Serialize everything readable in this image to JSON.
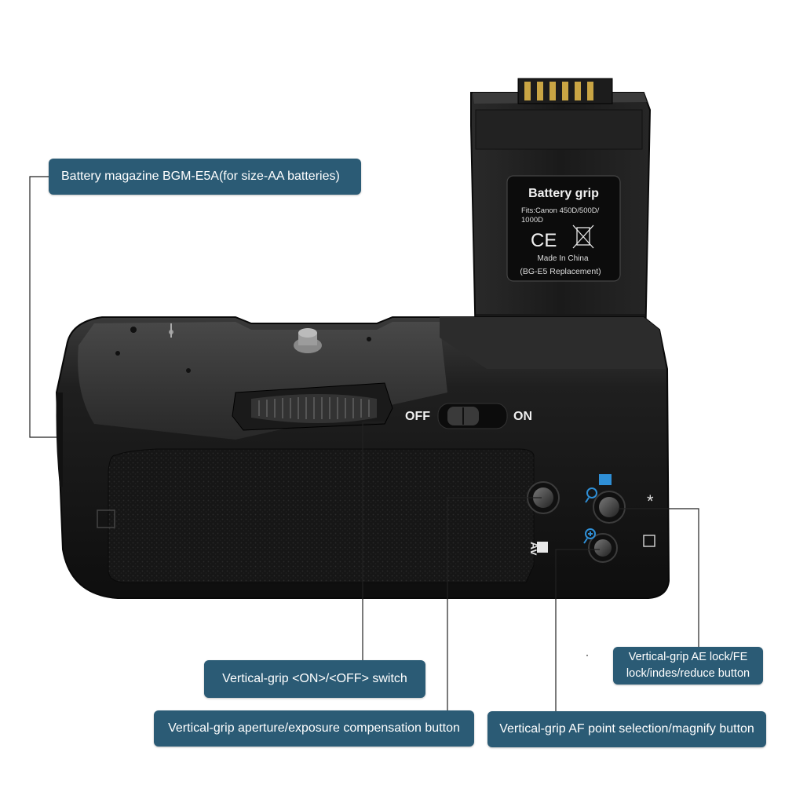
{
  "battery_label": {
    "title": "Battery grip",
    "fits": "Fits:Canon 450D/500D/",
    "fits2": "1000D",
    "ce": "CE",
    "made_in": "Made In China",
    "replacement": "(BG-E5 Replacement)"
  },
  "grip_labels": {
    "off": "OFF",
    "on": "ON",
    "av": "Av",
    "asterisk": "*"
  },
  "callouts": {
    "magazine": "Battery magazine BGM-E5A(for size-AA batteries)",
    "switch": "Vertical-grip <ON>/<OFF> switch",
    "aperture": "Vertical-grip aperture/exposure compensation button",
    "ae_line1": "Vertical-grip AE lock/FE",
    "ae_line2": "lock/indes/reduce button",
    "af": "Vertical-grip AF point selection/magnify button"
  },
  "colors": {
    "callout_bg": "#2b5b75",
    "callout_text": "#ffffff",
    "grip_body": "#1b1b1b",
    "leader_line": "#222222",
    "icon_blue": "#2f8fd6"
  }
}
